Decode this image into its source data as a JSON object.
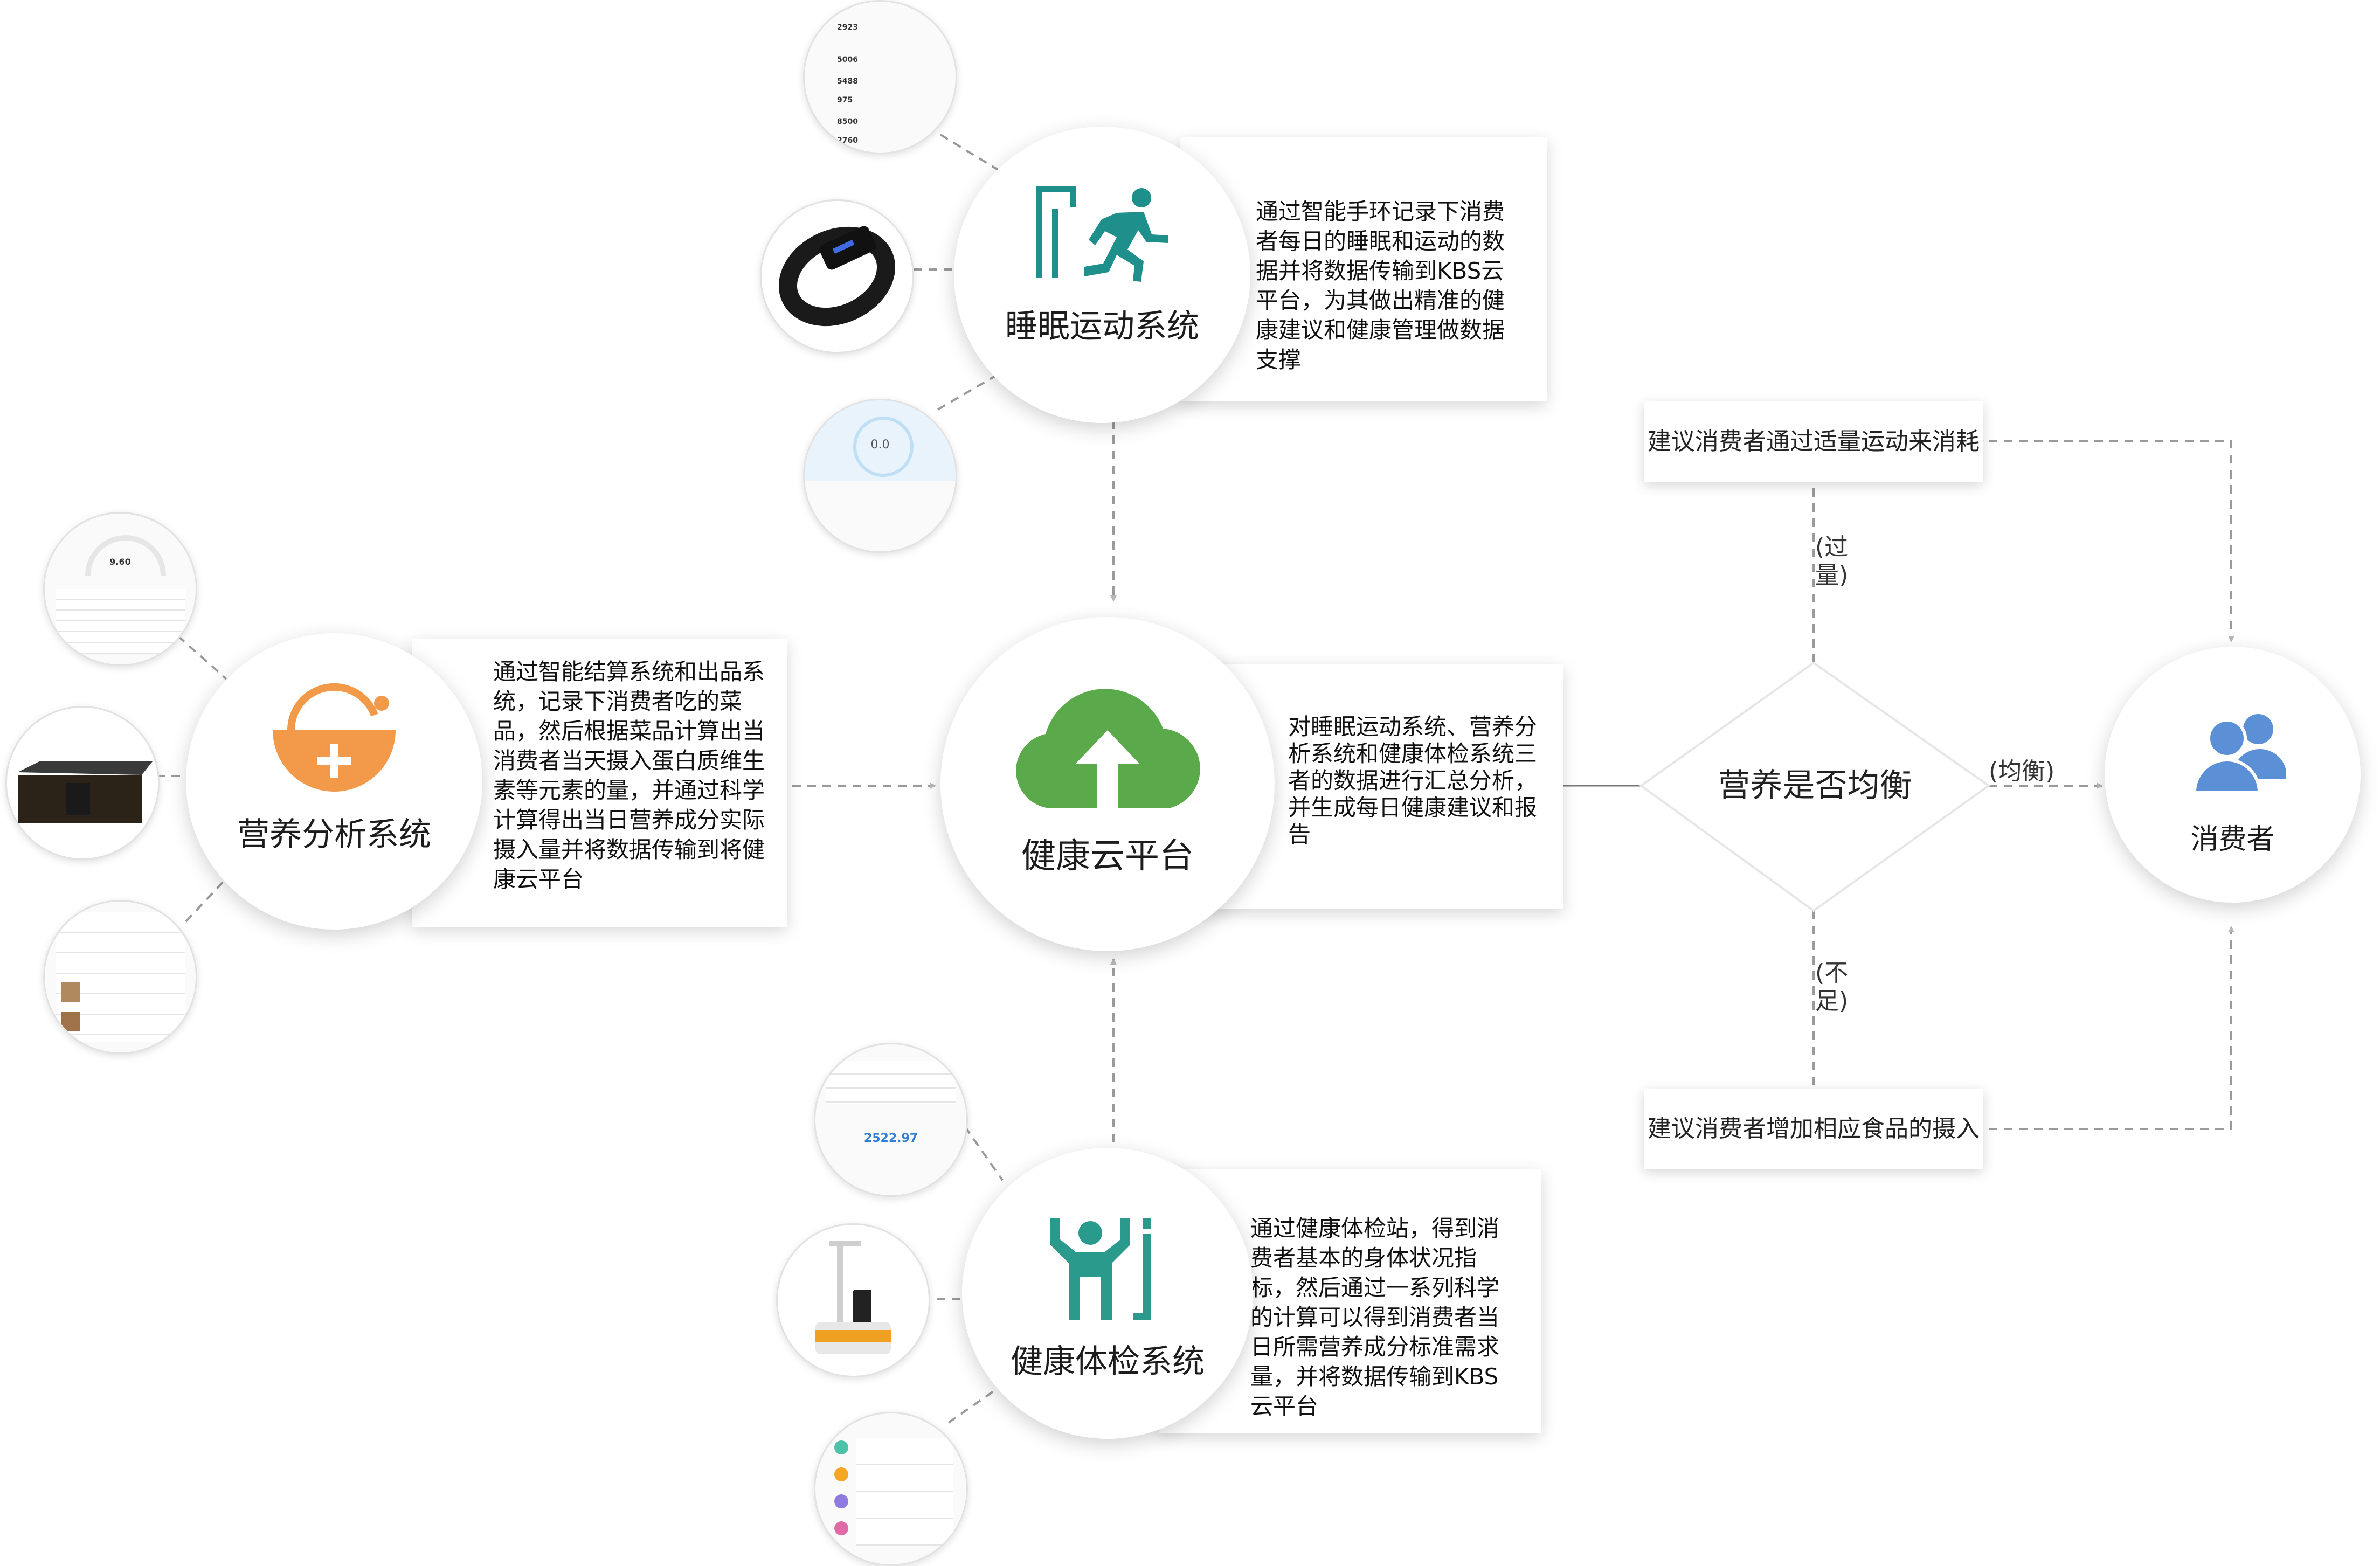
{
  "sleep": {
    "title": "睡眠运动系统",
    "desc": "通过智能手环记录下消费者每日的睡眠和运动的数据并将数据传输到KBS云平台，为其做出精准的健康建议和健康管理做数据支撑"
  },
  "nutrition": {
    "title": "营养分析系统",
    "desc": "通过智能结算系统和出品系统，记录下消费者吃的菜品，然后根据菜品计算出当消费者当天摄入蛋白质维生素等元素的量，并通过科学计算得出当日营养成分实际摄入量并将数据传输到将健康云平台"
  },
  "cloud": {
    "title": "健康云平台",
    "desc": "对睡眠运动系统、营养分析系统和健康体检系统三者的数据进行汇总分析，并生成每日健康建议和报告"
  },
  "checkup": {
    "title": "健康体检系统",
    "desc": "通过健康体检站，得到消费者基本的身体状况指标，然后通过一系列科学的计算可以得到消费者当日所需营养成分标准需求量，并将数据传输到KBS云平台"
  },
  "decision": {
    "label": "营养是否均衡"
  },
  "consumer": {
    "label": "消费者"
  },
  "suggestions": {
    "excess": "建议消费者通过适量运动来消耗",
    "lack": "建议消费者增加相应食品的摄入"
  },
  "edge_labels": {
    "excess": "(过量)",
    "balanced": "(均衡)",
    "lack": "(不足)"
  },
  "colors": {
    "sleep_icon": "#1e8f8a",
    "checkup_icon": "#2a9a8c",
    "cloud_icon": "#5aaa4b",
    "basket_icon": "#f2994a",
    "consumer_icon": "#5b8fd6",
    "connector": "#9a9a9a",
    "arrowhead": "#b8b8b8"
  },
  "thumbs": {
    "top_app": [
      "2923",
      "5006",
      "5488",
      "975",
      "8500",
      "2760"
    ],
    "scale_reading": "0.0",
    "nutrition_gauge": "9.60",
    "checkup_energy": "2522.97"
  }
}
